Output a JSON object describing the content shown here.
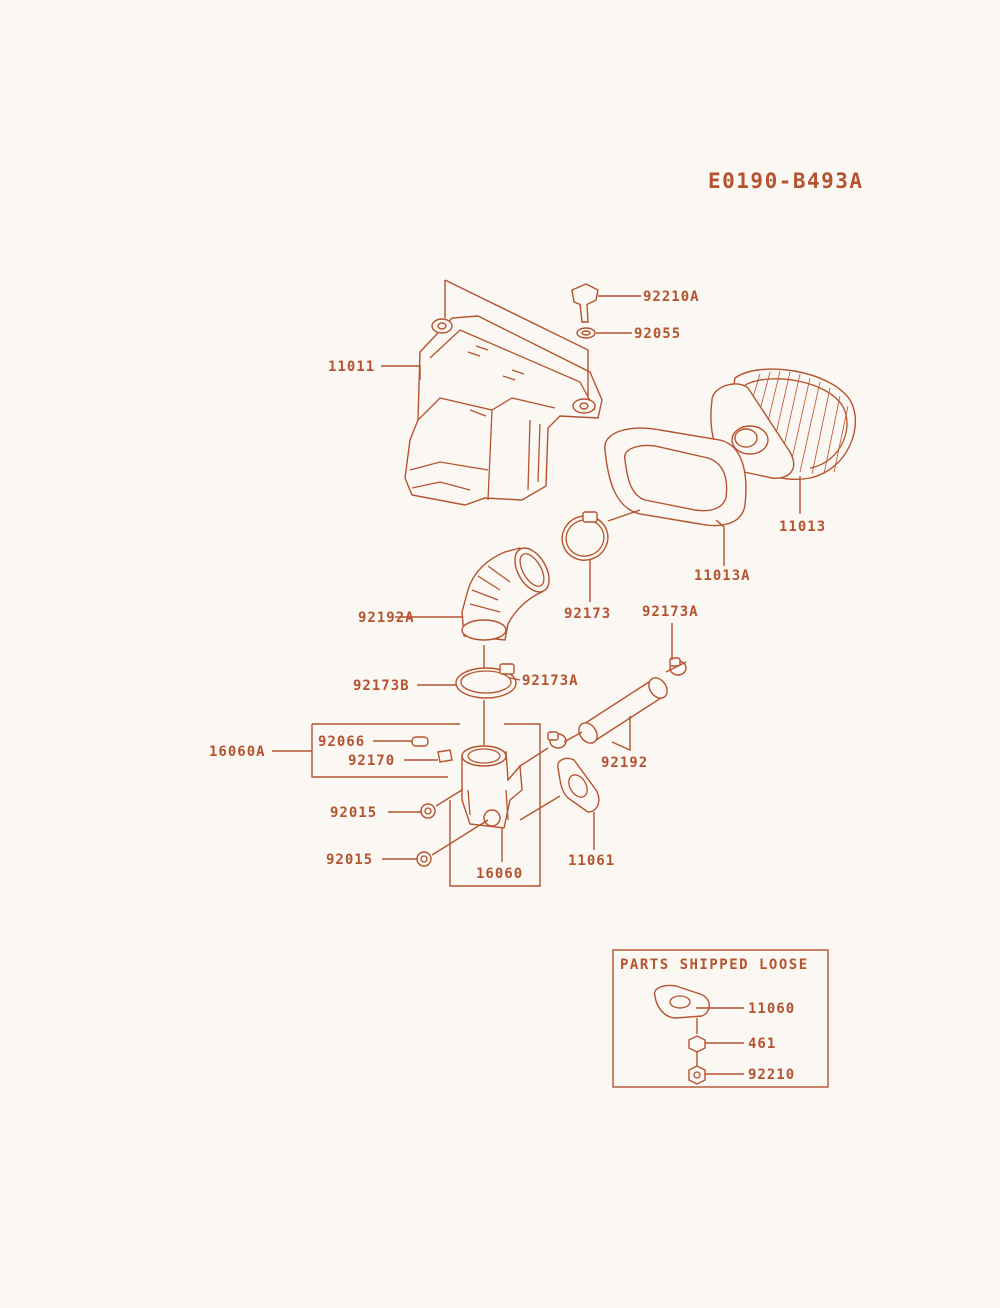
{
  "diagram_code": "E0190-B493A",
  "colors": {
    "ink": "#b5532f",
    "paper": "#fbf8f3"
  },
  "labels": {
    "p92210A": "92210A",
    "p92055": "92055",
    "p11011": "11011",
    "p11013": "11013",
    "p11013A": "11013A",
    "p92173": "92173",
    "p92192A": "92192A",
    "p92173A_top": "92173A",
    "p92173B": "92173B",
    "p92173A_mid": "92173A",
    "p16060A": "16060A",
    "p92066": "92066",
    "p92170": "92170",
    "p92192": "92192",
    "p92015_a": "92015",
    "p92015_b": "92015",
    "p16060": "16060",
    "p11061": "11061"
  },
  "loose_parts": {
    "title": "PARTS SHIPPED LOOSE",
    "items": [
      "11060",
      "461",
      "92210"
    ]
  }
}
